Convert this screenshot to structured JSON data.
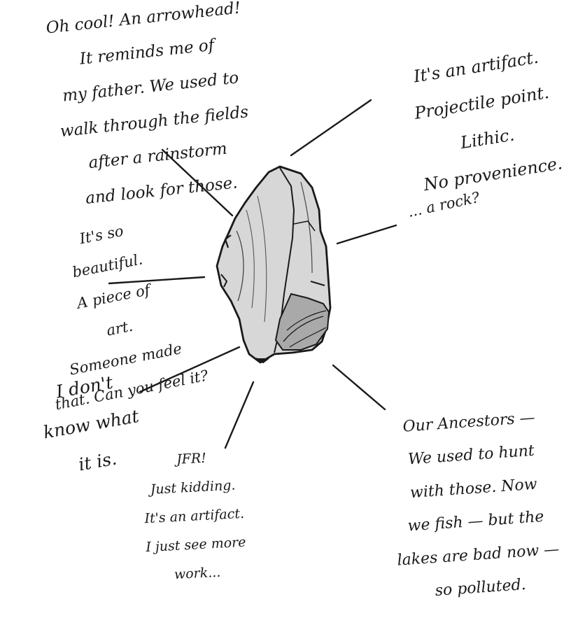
{
  "notes": {
    "arrowhead": {
      "lines": [
        "Oh cool! An arrowhead!",
        "It reminds me of",
        "my father. We used to",
        "walk through the fields",
        "after a rainstorm",
        "and look for those."
      ]
    },
    "artifact": {
      "lines": [
        "It's an artifact.",
        "Projectile point.",
        "Lithic.",
        "No provenience."
      ]
    },
    "rock": {
      "lines": [
        "... a rock?"
      ]
    },
    "beautiful": {
      "lines": [
        "It's so",
        "beautiful.",
        "A piece of",
        "art.",
        "Someone made",
        "that. Can you feel it?"
      ]
    },
    "dont_know": {
      "lines": [
        "I don't",
        "know what",
        "it is."
      ]
    },
    "jfr": {
      "lines": [
        "JFR!",
        "Just kidding.",
        "It's an artifact.",
        "I just see more",
        "work..."
      ]
    },
    "ancestors": {
      "lines": [
        "Our Ancestors —",
        "We used to hunt",
        "with those. Now",
        "we fish — but the",
        "lakes are bad now —",
        "so polluted."
      ]
    }
  }
}
